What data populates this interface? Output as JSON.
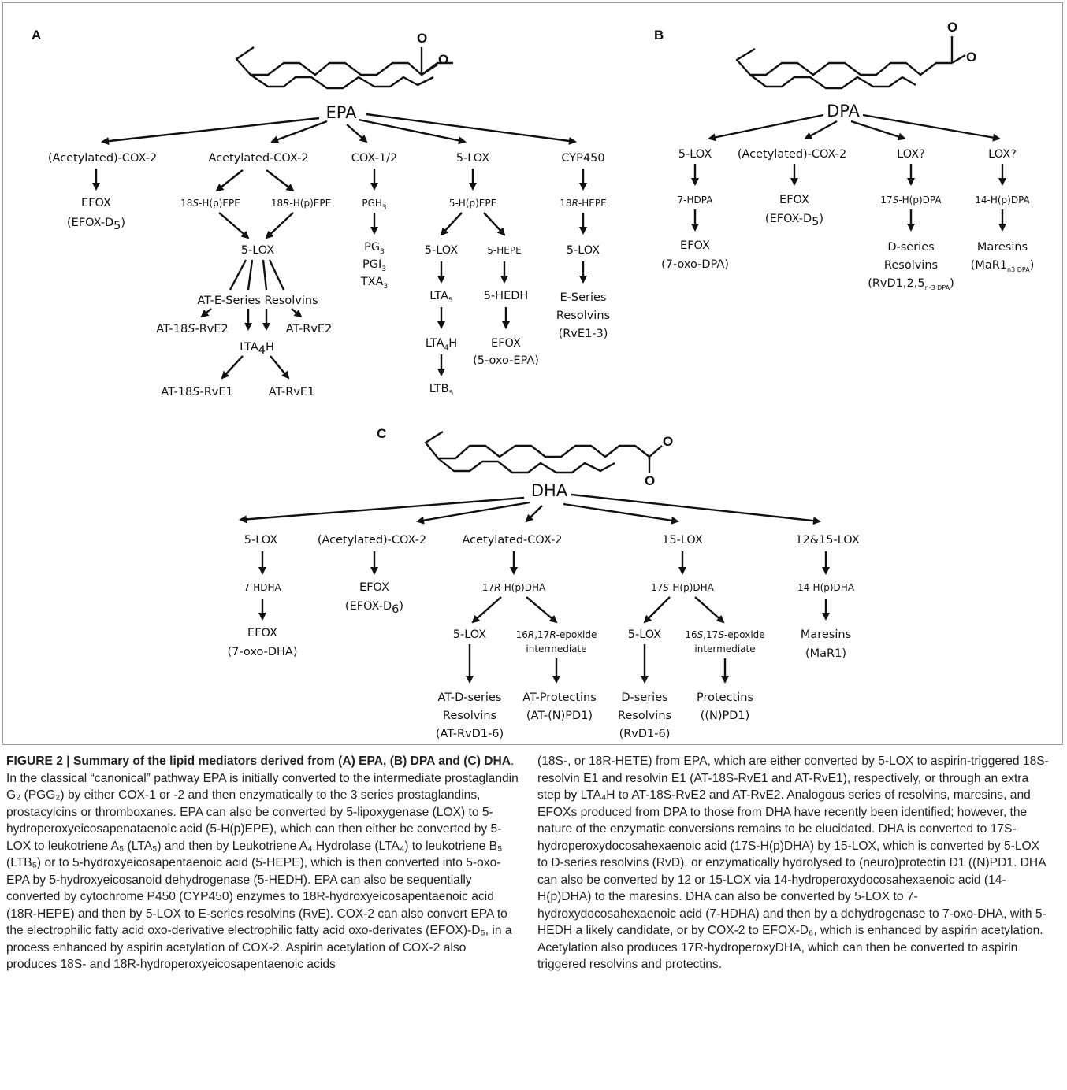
{
  "panels": {
    "A": {
      "letter": "A",
      "molecule": "EPA",
      "enzymes": [
        "(Acetylated)-COX-2",
        "Acetylated-COX-2",
        "COX-1/2",
        "5-LOX",
        "CYP450"
      ],
      "col1": [
        "EFOX",
        "(EFOX-D",
        "5",
        ")"
      ],
      "col2": {
        "hpepe_s_pre": "18",
        "hpepe_s_italic": "S",
        "hpepe_s_post": "-H(p)EPE",
        "hpepe_r_pre": "18",
        "hpepe_r_italic": "R",
        "hpepe_r_post": "-H(p)EPE",
        "lox": "5-LOX",
        "at_e_series": "AT-E-Series Resolvins",
        "at18s_rve2_pre": "AT-18",
        "at18s_rve2_italic": "S",
        "at18s_rve2_post": "-RvE2",
        "at_rve2": "AT-RvE2",
        "lta4h": "LTA",
        "lta4h_sub": "4",
        "lta4h_post": "H",
        "at18s_rve1_pre": "AT-18",
        "at18s_rve1_italic": "S",
        "at18s_rve1_post": "-RvE1",
        "at_rve1": "AT-RvE1"
      },
      "col3": {
        "pgh": "PGH",
        "pgh_sub": "3",
        "pg": "PG",
        "pg_sub": "3",
        "pgi": "PGI",
        "pgi_sub": "3",
        "txa": "TXA",
        "txa_sub": "3"
      },
      "col4": {
        "hpepe": "5-H(p)EPE",
        "lox": "5-LOX",
        "hepe": "5-HEPE",
        "lta": "LTA",
        "lta_sub": "5",
        "hedh": "5-HEDH",
        "lta4h": "LTA",
        "lta4h_sub": "4",
        "lta4h_post": "H",
        "efox": "EFOX",
        "efox_sub": "(5-oxo-EPA)",
        "ltb": "LTB",
        "ltb_sub": "5"
      },
      "col5": {
        "hepe_pre": "18",
        "hepe_italic": "R",
        "hepe_post": "-HEPE",
        "lox": "5-LOX",
        "series": "E-Series",
        "resolvins": "Resolvins",
        "rve": "(RvE1-3)"
      }
    },
    "B": {
      "letter": "B",
      "molecule": "DPA",
      "enzymes": [
        "5-LOX",
        "(Acetylated)-COX-2",
        "LOX?",
        "LOX?"
      ],
      "col1": [
        "7-HDPA",
        "EFOX",
        "(7-oxo-DPA)"
      ],
      "col2": [
        "EFOX",
        "(EFOX-D",
        "5",
        ")"
      ],
      "col3": {
        "hpdpa_pre": "17",
        "hpdpa_italic": "S",
        "hpdpa_post": "-H(p)DPA",
        "series": "D-series",
        "resolvins": "Resolvins",
        "rvd": "(RvD1,2,5",
        "rvd_sub": "n-3 DPA",
        "rvd_close": ")"
      },
      "col4": {
        "hpdpa": "14-H(p)DPA",
        "maresins": "Maresins",
        "mar": "(MaR1",
        "mar_sub": "n3 DPA",
        "mar_close": ")"
      }
    },
    "C": {
      "letter": "C",
      "molecule": "DHA",
      "enzymes": [
        "5-LOX",
        "(Acetylated)-COX-2",
        "Acetylated-COX-2",
        "15-LOX",
        "12&15-LOX"
      ],
      "col1": [
        "7-HDHA",
        "EFOX",
        "(7-oxo-DHA)"
      ],
      "col2": [
        "EFOX",
        "(EFOX-D",
        "6",
        ")"
      ],
      "col3": {
        "hpdha_pre": "17",
        "hpdha_italic": "R",
        "hpdha_post": "-H(p)DHA",
        "lox": "5-LOX",
        "epox_a": "16",
        "epox_b": "R",
        "epox_c": ",17",
        "epox_d": "R",
        "epox_e": "-epoxide",
        "intermediate": "intermediate",
        "atd1": "AT-D-series",
        "atd2": "Resolvins",
        "atd3": "(AT-RvD1-6)",
        "atp1": "AT-Protectins",
        "atp2": "(AT-(N)PD1)"
      },
      "col4": {
        "hpdha_pre": "17",
        "hpdha_italic": "S",
        "hpdha_post": "-H(p)DHA",
        "lox": "5-LOX",
        "epox_a": "16",
        "epox_b": "S",
        "epox_c": ",17",
        "epox_d": "S",
        "epox_e": "-epoxide",
        "intermediate": "intermediate",
        "d1": "D-series",
        "d2": "Resolvins",
        "d3": "(RvD1-6)",
        "p1": "Protectins",
        "p2": "((N)PD1)"
      },
      "col5": {
        "hpdha": "14-H(p)DHA",
        "maresins": "Maresins",
        "mar": "(MaR1)"
      }
    }
  },
  "molecule_oxygen": "O",
  "caption": {
    "title": "FIGURE 2 | Summary of the lipid mediators derived from (A) EPA, (B) DPA and (C) DHA",
    "left": ". In the classical “canonical” pathway EPA is initially converted to the intermediate prostaglandin G₂ (PGG₂) by either COX-1 or -2 and then enzymatically to the 3 series prostaglandins, prostacylcins or thromboxanes. EPA can also be converted by 5-lipoxygenase (LOX) to 5-hydroperoxyeicosapenataenoic acid (5-H(p)EPE), which can then either be converted by 5-LOX to leukotriene A₅ (LTA₅) and then by Leukotriene A₄ Hydrolase (LTA₄) to leukotriene B₅ (LTB₅) or to 5-hydroxyeicosapentaenoic acid (5-HEPE), which is then converted into 5-oxo-EPA by 5-hydroxyeicosanoid dehydrogenase (5-HEDH). EPA can also be sequentially converted by cytochrome P450 (CYP450) enzymes to 18R-hydroxyeicosapentaenoic acid (18R-HEPE) and then by 5-LOX to E-series resolvins (RvE). COX-2 can also convert EPA to the electrophilic fatty acid oxo-derivative electrophilic fatty acid oxo-derivates (EFOX)-D₅, in a process enhanced by aspirin acetylation of COX-2. Aspirin acetylation of COX-2 also produces 18S- and 18R-hydroperoxyeicosapentaenoic acids",
    "right": "(18S-, or 18R-HETE) from EPA, which are either converted by 5-LOX to aspirin-triggered 18S-resolvin E1 and resolvin E1 (AT-18S-RvE1 and AT-RvE1), respectively, or through an extra step by LTA₄H to AT-18S-RvE2 and AT-RvE2. Analogous series of resolvins, maresins, and EFOXs produced from DPA to those from DHA have recently been identified; however, the nature of the enzymatic conversions remains to be elucidated. DHA is converted to 17S-hydroperoxydocosahexaenoic acid (17S-H(p)DHA) by 15-LOX, which is converted by 5-LOX to D-series resolvins (RvD), or enzymatically hydrolysed to (neuro)protectin D1 ((N)PD1. DHA can also be converted by 12 or 15-LOX via 14-hydroperoxydocosahexaenoic acid (14-H(p)DHA) to the maresins. DHA can also be converted by 5-LOX to 7-hydroxydocosahexaenoic acid (7-HDHA) and then by a dehydrogenase to 7-oxo-DHA, with 5-HEDH a likely candidate, or by COX-2 to EFOX-D₆, which is enhanced by aspirin acetylation. Acetylation also produces 17R-hydroperoxyDHA, which can then be converted to aspirin triggered resolvins and protectins."
  }
}
